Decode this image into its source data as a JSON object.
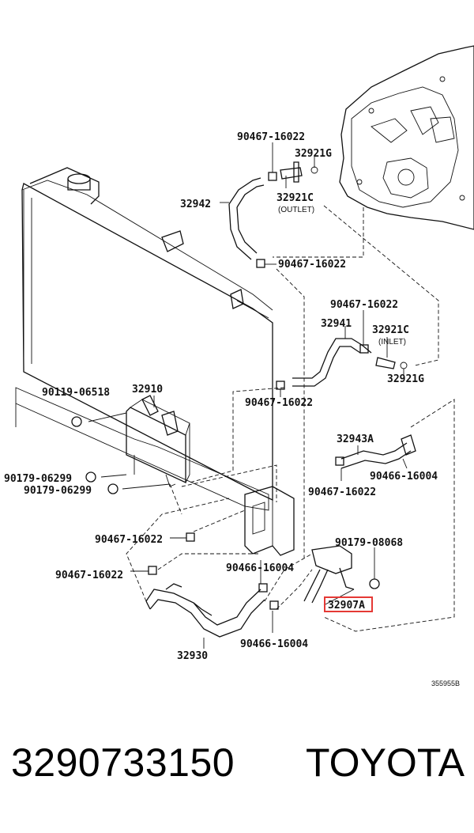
{
  "labels": {
    "c1": "90467-16022",
    "c2": "32921G",
    "c3": "32942",
    "c4": "32921C",
    "c5": "(OUTLET)",
    "c6": "90467-16022",
    "c7": "90467-16022",
    "c8": "32941",
    "c9": "32921C",
    "c10": "(INLET)",
    "c11": "32921G",
    "c12": "90119-06518",
    "c13": "32910",
    "c14": "90467-16022",
    "c15": "32943A",
    "c16": "90179-06299",
    "c17": "90179-06299",
    "c18": "90466-16004",
    "c19": "90467-16022",
    "c20": "90467-16022",
    "c21": "90179-08068",
    "c22": "90467-16022",
    "c23": "90466-16004",
    "c24": "32907A",
    "c25": "90466-16004",
    "c26": "32930"
  },
  "figure_id": "355955B",
  "footer": {
    "part_number": "3290733150",
    "brand": "TOYOTA"
  },
  "highlight_color": "#e53935"
}
